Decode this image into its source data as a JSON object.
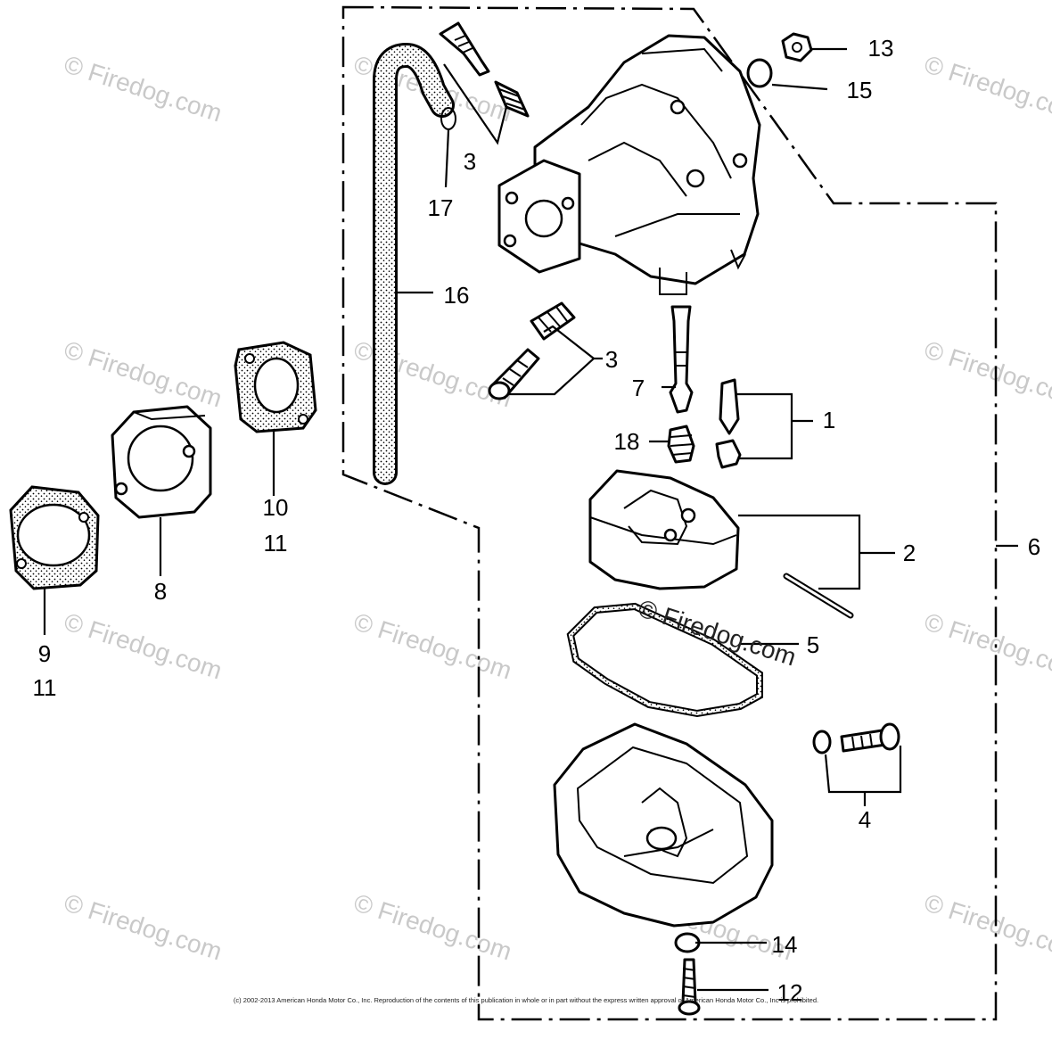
{
  "labels": {
    "p1": "1",
    "p2": "2",
    "p3a": "3",
    "p3b": "3",
    "p4": "4",
    "p5": "5",
    "p6": "6",
    "p7": "7",
    "p8": "8",
    "p9": "9",
    "p10": "10",
    "p11a": "11",
    "p11b": "11",
    "p12": "12",
    "p13": "13",
    "p14": "14",
    "p15": "15",
    "p16": "16",
    "p17": "17",
    "p18": "18"
  },
  "watermark": "© Firedog.com",
  "copyright": "(c) 2002-2013 American Honda Motor Co., Inc. Reproduction of the contents of this publication in whole or in part without the express written approval of American Honda Motor Co., Inc is prohibited."
}
